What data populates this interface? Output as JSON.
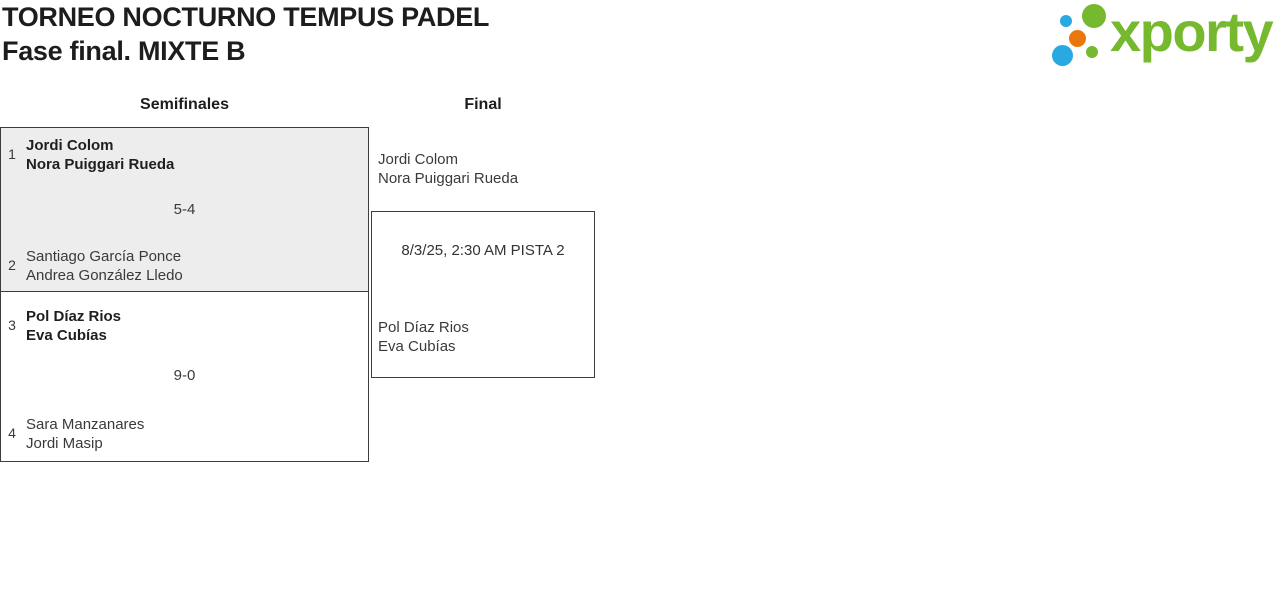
{
  "page": {
    "title": "TORNEO NOCTURNO TEMPUS PADEL",
    "subtitle": "Fase final. MIXTE B"
  },
  "logo": {
    "text": "xporty",
    "green": "#76b82e",
    "blue": "#29a9e1",
    "orange": "#e8780d"
  },
  "rounds": {
    "semifinals_label": "Semifinales",
    "final_label": "Final"
  },
  "semifinal1": {
    "seed_top": "1",
    "team_top_line1": "Jordi Colom",
    "team_top_line2": "Nora Puiggari Rueda",
    "score": "5-4",
    "seed_bottom": "2",
    "team_bottom_line1": "Santiago García Ponce",
    "team_bottom_line2": "Andrea González Lledo"
  },
  "semifinal2": {
    "seed_top": "3",
    "team_top_line1": "Pol Díaz Rios",
    "team_top_line2": "Eva Cubías",
    "score": "9-0",
    "seed_bottom": "4",
    "team_bottom_line1": "Sara Manzanares",
    "team_bottom_line2": "Jordi Masip"
  },
  "final": {
    "team_top_line1": "Jordi Colom",
    "team_top_line2": "Nora Puiggari Rueda",
    "schedule": "8/3/25, 2:30 AM PISTA 2",
    "team_bottom_line1": "Pol Díaz Rios",
    "team_bottom_line2": "Eva Cubías"
  },
  "colors": {
    "box_border": "#3d3d3d",
    "semifinal1_fill": "#ededed",
    "winner_text": "#1f1f1f",
    "regular_text": "#3a3a3a"
  }
}
